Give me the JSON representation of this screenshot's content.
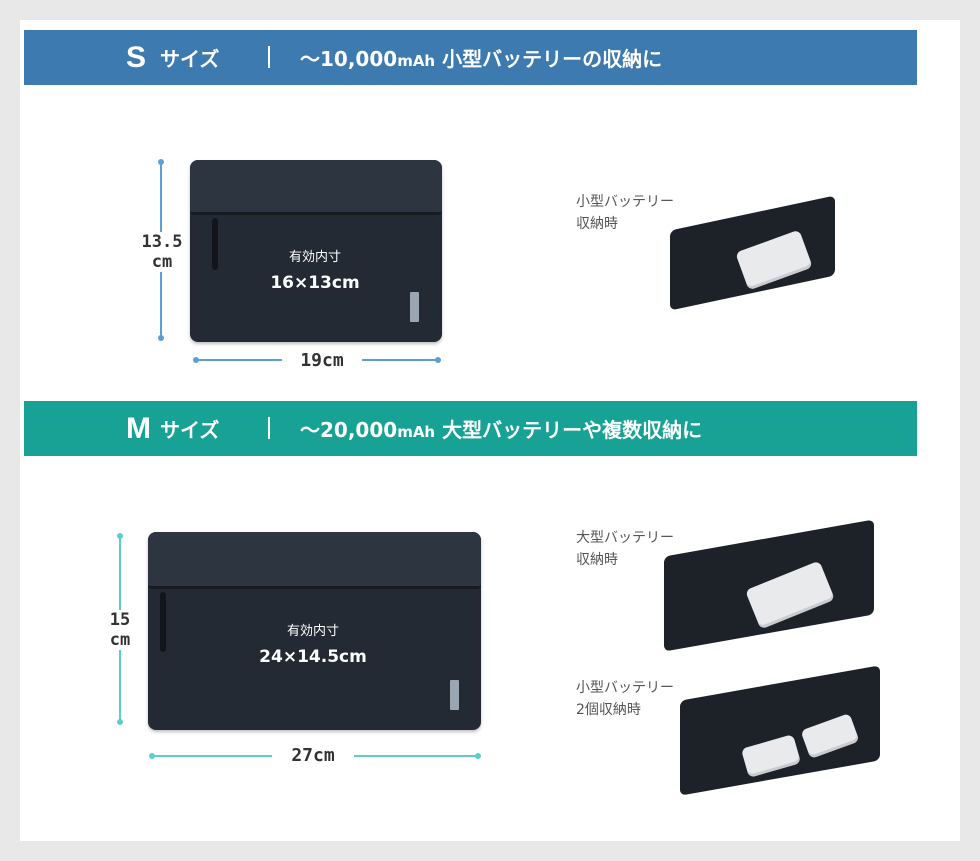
{
  "banner_s": {
    "size_letter": "S",
    "size_word": "サイズ",
    "desc_prefix": "～10,000",
    "desc_unit": "mAh",
    "desc_suffix": " 小型バッテリーの収納に",
    "color": "#3d7ab0"
  },
  "banner_m": {
    "size_letter": "M",
    "size_word": "サイズ",
    "desc_prefix": "～20,000",
    "desc_unit": "mAh",
    "desc_suffix": " 大型バッテリーや複数収納に",
    "color": "#18a296"
  },
  "s_pouch": {
    "height_value": "13.5",
    "height_unit": "cm",
    "width": "19cm",
    "inner_label": "有効内寸",
    "inner_size": "16×13cm"
  },
  "m_pouch": {
    "height_value": "15",
    "height_unit": "cm",
    "width": "27cm",
    "inner_label": "有効内寸",
    "inner_size": "24×14.5cm"
  },
  "captions": {
    "s_small_1": "小型バッテリー",
    "s_small_2": "収納時",
    "m_large_1": "大型バッテリー",
    "m_large_2": "収納時",
    "m_two_1": "小型バッテリー",
    "m_two_2": "2個収納時"
  },
  "colors": {
    "pouch": "#232a34",
    "dim_s": "#5aa0d6",
    "dim_m": "#5ad0c8"
  }
}
